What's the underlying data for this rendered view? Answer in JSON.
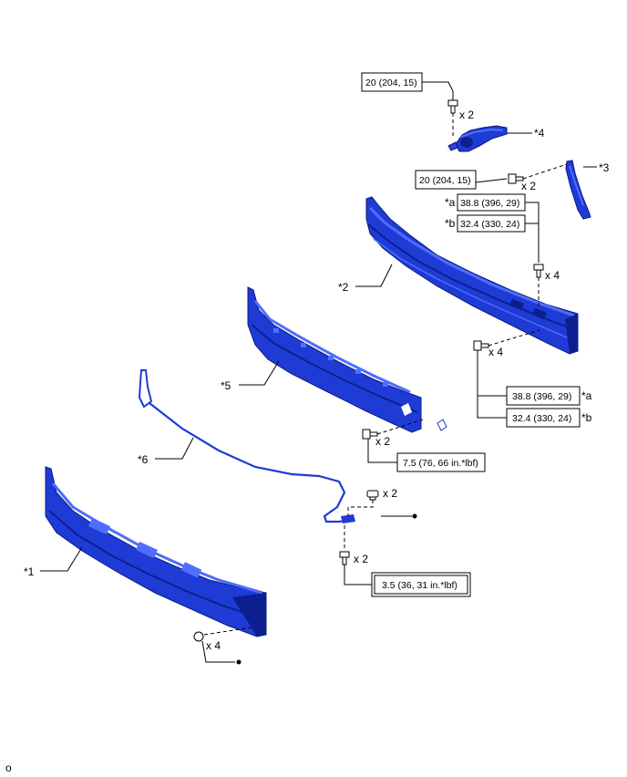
{
  "colors": {
    "part_fill": "#1f3bd6",
    "part_dark": "#0d1f8f",
    "part_light": "#4f6dff"
  },
  "callouts": {
    "c1": "*1",
    "c2": "*2",
    "c3": "*3",
    "c4": "*4",
    "c5": "*5",
    "c6": "*6",
    "ca1": "*a",
    "cb1": "*b",
    "ca2": "*a",
    "cb2": "*b"
  },
  "torques": {
    "t_sensor": "20 (204, 15)",
    "t_bracket": "20 (204, 15)",
    "t_upper_a": "38.8 (396, 29)",
    "t_upper_b": "32.4 (330, 24)",
    "t_lower_a": "38.8 (396, 29)",
    "t_lower_b": "32.4 (330, 24)",
    "t_absorber": "7.5 (76, 66 in.*lbf)",
    "t_harness": "3.5 (36, 31 in.*lbf)"
  },
  "quantities": {
    "q_sensor": "x 2",
    "q_bracket": "x 2",
    "q_upper": "x 4",
    "q_lower": "x 4",
    "q_absorber": "x 2",
    "q_nut": "x 2",
    "q_harness": "x 2",
    "q_clip": "x 4"
  },
  "footer_code": "o"
}
